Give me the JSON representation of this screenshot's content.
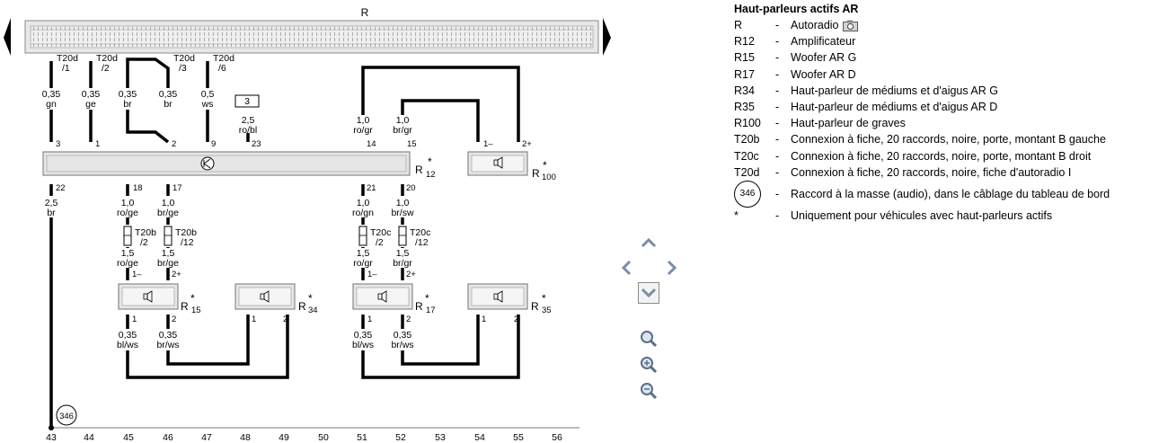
{
  "radio": {
    "label": "R"
  },
  "pins": [
    {
      "line1": "T20d",
      "line2": "/1"
    },
    {
      "line1": "T20d",
      "line2": "/2"
    },
    {
      "line1": "T20d",
      "line2": "/3"
    },
    {
      "line1": "T20d",
      "line2": "/6"
    }
  ],
  "upper_wires": [
    {
      "size": "0,35",
      "color": "gn"
    },
    {
      "size": "0,35",
      "color": "ge"
    },
    {
      "size": "0,35",
      "color": "br"
    },
    {
      "size": "0,35",
      "color": "br"
    },
    {
      "size": "0,5",
      "color": "ws"
    },
    {
      "size": "2,5",
      "color": "ro/bl"
    },
    {
      "size": "1,0",
      "color": "ro/gr"
    },
    {
      "size": "1,0",
      "color": "br/gr"
    }
  ],
  "fuse_box": "3",
  "amp_top_pins": [
    "3",
    "1",
    "2",
    "9",
    "23",
    "14",
    "15"
  ],
  "amp_bottom_pins": [
    "22",
    "18",
    "17",
    "21",
    "20"
  ],
  "amp_label": {
    "name": "R",
    "num": "12",
    "star": "*"
  },
  "r100": {
    "name": "R",
    "num": "100",
    "star": "*",
    "pin_minus": "1–",
    "pin_plus": "2+"
  },
  "lower_wires": [
    {
      "size": "2,5",
      "color": "br"
    },
    {
      "size": "1,0",
      "color": "ro/ge"
    },
    {
      "size": "1,0",
      "color": "br/ge"
    },
    {
      "size": "1,0",
      "color": "ro/gn"
    },
    {
      "size": "1,0",
      "color": "br/sw"
    }
  ],
  "connectors": [
    {
      "line1": "T20b",
      "line2": "/2"
    },
    {
      "line1": "T20b",
      "line2": "/12"
    },
    {
      "line1": "T20c",
      "line2": "/2"
    },
    {
      "line1": "T20c",
      "line2": "/12"
    }
  ],
  "speaker_wires": [
    {
      "size": "1,5",
      "color": "ro/ge"
    },
    {
      "size": "1,5",
      "color": "br/ge"
    },
    {
      "size": "1,5",
      "color": "ro/gr"
    },
    {
      "size": "1,5",
      "color": "br/gr"
    }
  ],
  "speakers": [
    {
      "name": "R",
      "num": "15",
      "star": "*",
      "pin_a": "1–",
      "pin_b": "2+",
      "pin_c": "1",
      "pin_d": "2"
    },
    {
      "name": "R",
      "num": "34",
      "star": "*",
      "pin_c": "1",
      "pin_d": "2"
    },
    {
      "name": "R",
      "num": "17",
      "star": "*",
      "pin_a": "1–",
      "pin_b": "2+",
      "pin_c": "1",
      "pin_d": "2"
    },
    {
      "name": "R",
      "num": "35",
      "star": "*",
      "pin_c": "1",
      "pin_d": "2"
    }
  ],
  "bottom_wires": [
    {
      "size": "0,35",
      "color": "bl/ws"
    },
    {
      "size": "0,35",
      "color": "br/ws"
    },
    {
      "size": "0,35",
      "color": "bl/ws"
    },
    {
      "size": "0,35",
      "color": "br/ws"
    }
  ],
  "ground": "346",
  "tracks": [
    "43",
    "44",
    "45",
    "46",
    "47",
    "48",
    "49",
    "50",
    "51",
    "52",
    "53",
    "54",
    "55",
    "56"
  ],
  "legend": {
    "title": "Haut-parleurs actifs AR",
    "rows": [
      {
        "code": "R",
        "desc": "Autoradio",
        "icon": "camera-icon"
      },
      {
        "code": "R12",
        "desc": "Amplificateur"
      },
      {
        "code": "R15",
        "desc": "Woofer AR G"
      },
      {
        "code": "R17",
        "desc": "Woofer AR D"
      },
      {
        "code": "R34",
        "desc": "Haut-parleur de médiums et d'aigus AR G"
      },
      {
        "code": "R35",
        "desc": "Haut-parleur de médiums et d'aigus AR D"
      },
      {
        "code": "R100",
        "desc": "Haut-parleur de graves"
      },
      {
        "code": "T20b",
        "desc": "Connexion à fiche, 20 raccords, noire, porte, montant B gauche"
      },
      {
        "code": "T20c",
        "desc": "Connexion à fiche, 20 raccords, noire, porte, montant B droit"
      },
      {
        "code": "T20d",
        "desc": "Connexion à fiche, 20 raccords, noire, fiche d'autoradio I"
      },
      {
        "code": "346",
        "desc": "Raccord à la masse (audio), dans le câblage du tableau de bord",
        "circled": true
      },
      {
        "code": "*",
        "desc": "Uniquement pour véhicules avec haut-parleurs actifs"
      }
    ],
    "dash": "-"
  },
  "colors": {
    "wire": "#000000",
    "box_fill": "#e6e6e6",
    "connector_fill": "#ededed",
    "nav_icon": "#7a8ea8"
  }
}
